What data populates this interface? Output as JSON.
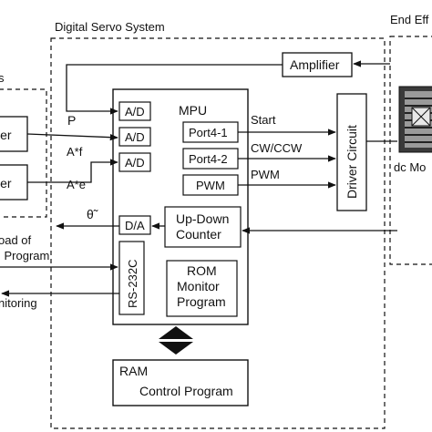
{
  "system": {
    "title": "Digital Servo System"
  },
  "end_effector": {
    "title": "End Eff",
    "motor_label": "dc Mo"
  },
  "left": {
    "top_label": "s",
    "block1_label": "ier",
    "block2_label": "ier",
    "upload_line1": "oad of",
    "upload_line2": "l Program",
    "monitoring": "nitoring"
  },
  "amplifier": {
    "label": "Amplifier"
  },
  "mpu": {
    "title": "MPU",
    "ad_labels": [
      "A/D",
      "A/D",
      "A/D"
    ],
    "ports": [
      "Port4-1",
      "Port4-2",
      "PWM"
    ],
    "da_label": "D/A",
    "counter_line1": "Up-Down",
    "counter_line2": "Counter",
    "rs232c": "RS-232C",
    "rom_line1": "ROM",
    "rom_line2": "Monitor",
    "rom_line3": "Program"
  },
  "signals": {
    "p": "P",
    "af": "A*f",
    "ae": "A*e",
    "theta": "θ̃",
    "start": "Start",
    "cw_ccw": "CW/CCW",
    "pwm": "PWM"
  },
  "driver": {
    "label": "Driver Circuit"
  },
  "ram": {
    "title": "RAM",
    "subtitle": "Control Program"
  }
}
